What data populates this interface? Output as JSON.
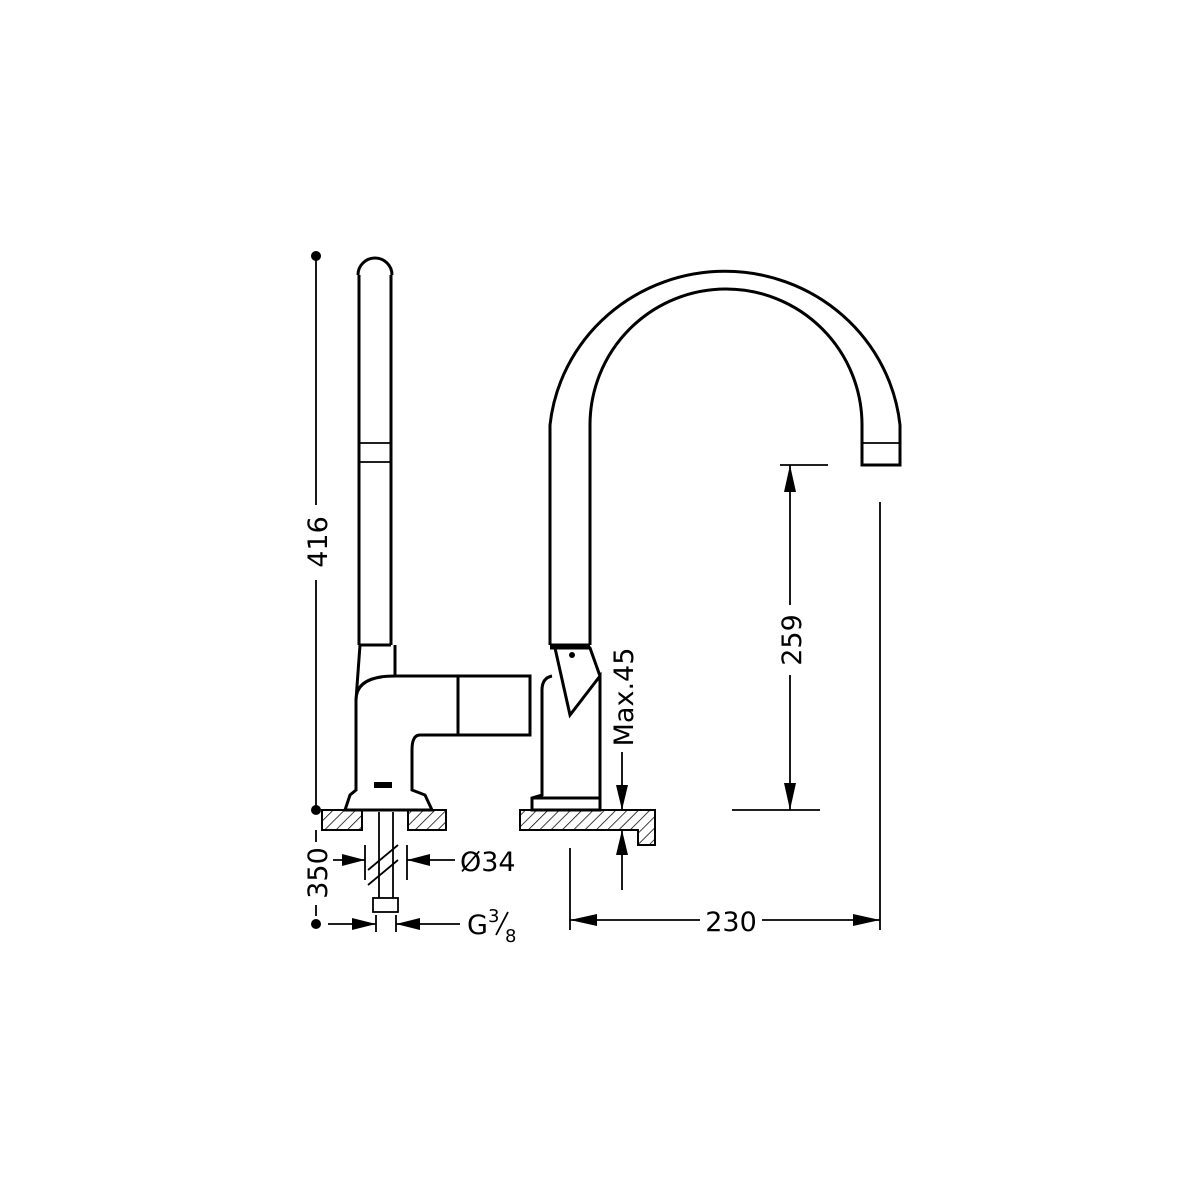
{
  "dimensions": {
    "total_height": "416",
    "spout_height": "259",
    "pipe_length": "350",
    "base_diameter": "Ø34",
    "connection": "G",
    "connection_fraction_num": "3",
    "connection_fraction_den": "8",
    "max_counter_thickness": "Max.45",
    "spout_reach": "230"
  },
  "colors": {
    "line": "#000000",
    "background": "#ffffff"
  }
}
